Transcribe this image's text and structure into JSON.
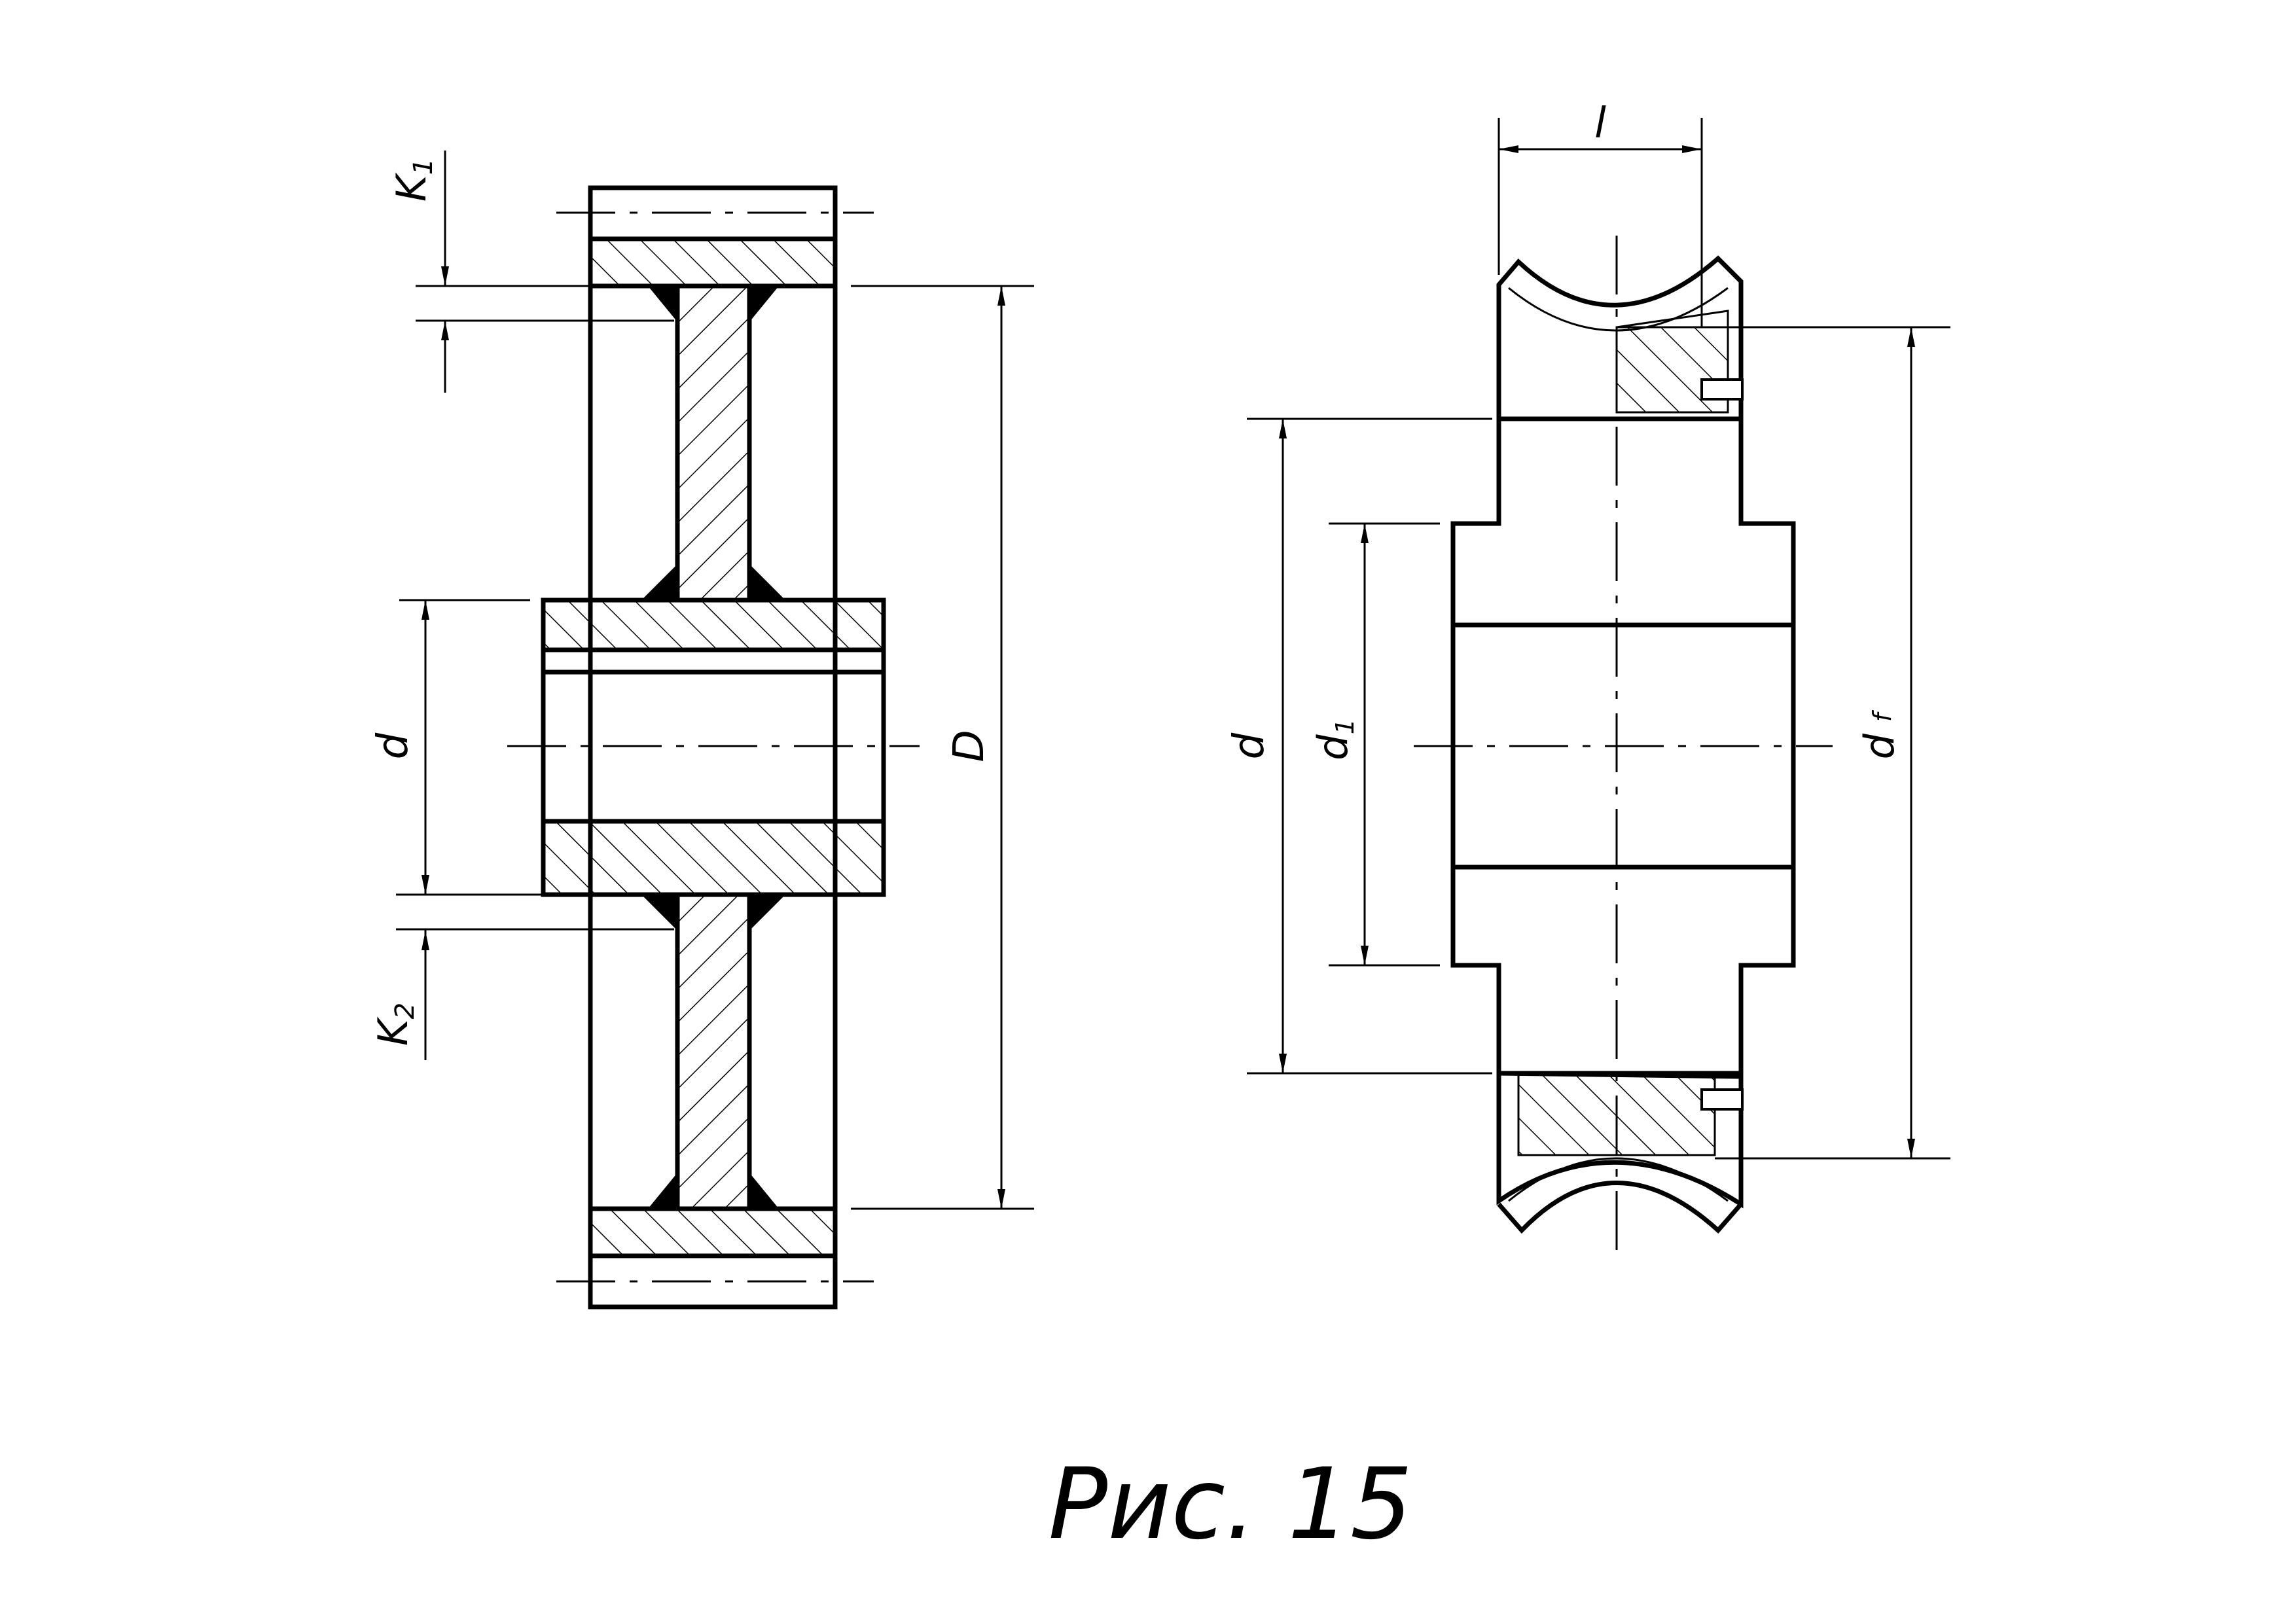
{
  "left_view": {
    "labels": {
      "k1": "K",
      "k1_sub": "1",
      "k2": "K",
      "k2_sub": "2",
      "d": "d",
      "D": "D"
    }
  },
  "right_view": {
    "labels": {
      "l": "l",
      "d": "d",
      "d1": "d",
      "d1_sub": "1",
      "df": "d",
      "df_sub": "f"
    }
  },
  "caption": "Рис. 15",
  "colors": {
    "line": "#000000",
    "background": "#ffffff"
  }
}
